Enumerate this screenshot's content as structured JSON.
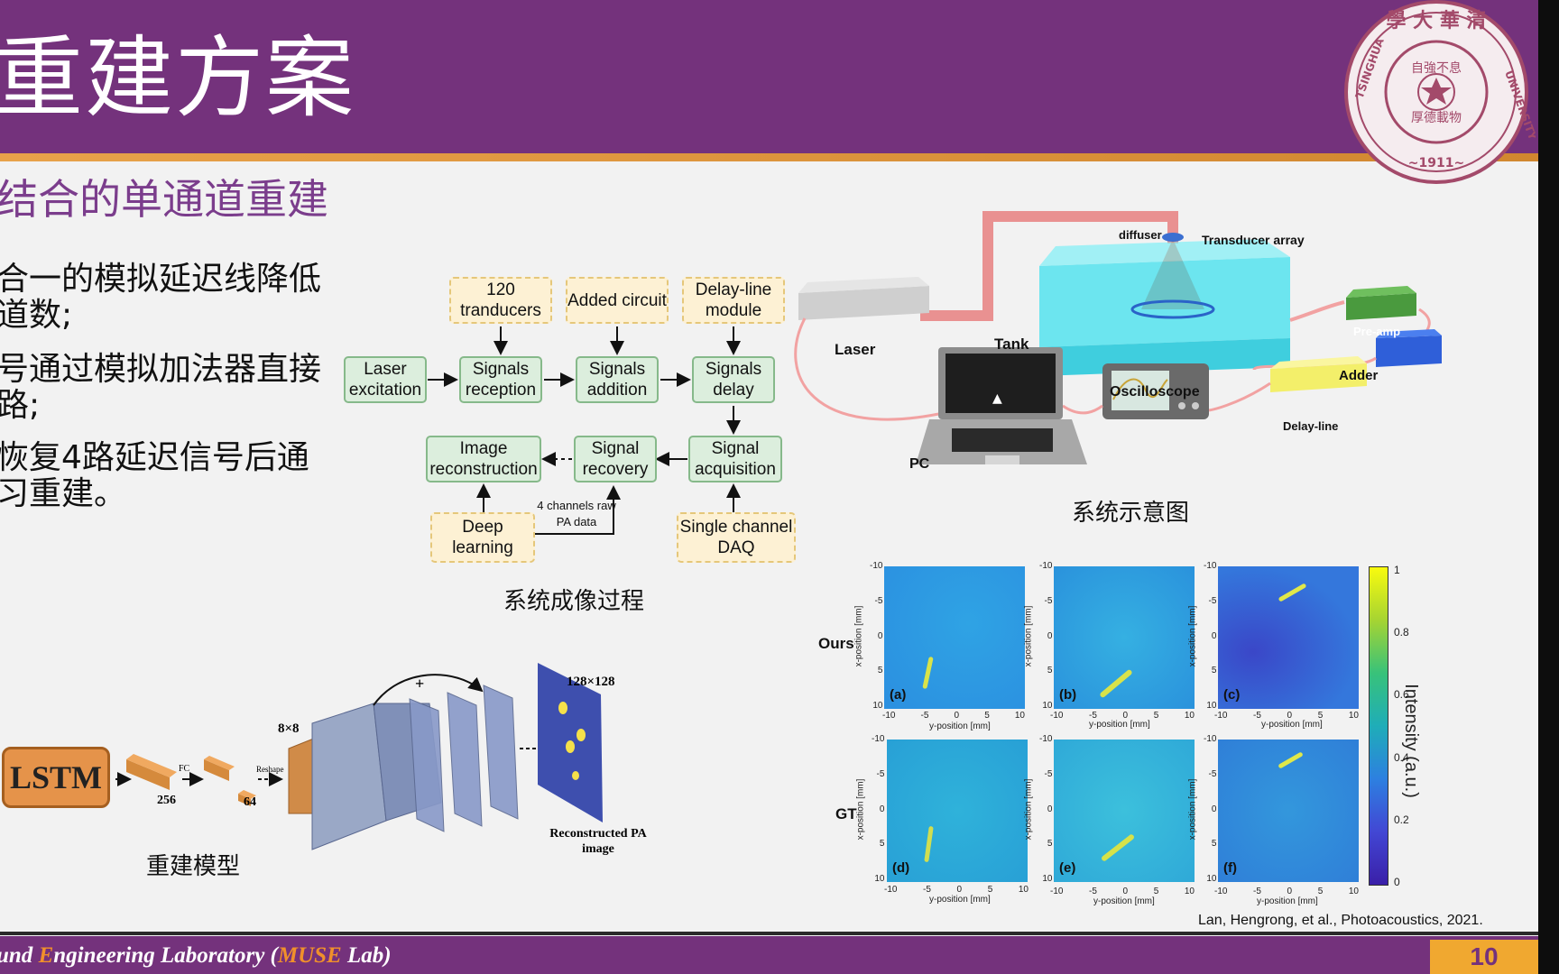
{
  "slide": {
    "title": "重建方案",
    "subtitle": "结合的单通道重建",
    "bullets": [
      [
        "合一的模拟延迟线降低",
        "道数;"
      ],
      [
        "号通过模拟加法器直接",
        "路;"
      ],
      [
        "恢复4路延迟信号后通",
        "习重建。"
      ]
    ]
  },
  "flow": {
    "boxes": {
      "transducers": "120 tranducers",
      "added_circuit": "Added circuit",
      "delay_module": "Delay-line module",
      "laser": "Laser excitation",
      "reception": "Signals reception",
      "addition": "Signals addition",
      "delay": "Signals delay",
      "image_recon": "Image reconstruction",
      "recovery": "Signal recovery",
      "acquisition": "Signal acquisition",
      "deep": "Deep learning",
      "daq": "Single channel DAQ"
    },
    "note": "4 channels raw PA data",
    "caption": "系统成像过程"
  },
  "system": {
    "labels": {
      "diffuser": "diffuser",
      "transducer_array": "Transducer array",
      "laser": "Laser",
      "tank": "Tank",
      "preamp": "Pre-amp",
      "adder": "Adder",
      "oscilloscope": "Oscilloscope",
      "pc": "PC",
      "delay_line": "Delay-line"
    },
    "caption": "系统示意图"
  },
  "model": {
    "lstm": "LSTM",
    "fc": "FC",
    "reshape": "Reshape",
    "n256": "256",
    "n64": "64",
    "grid": "8×8",
    "plus": "+",
    "size": "128×128",
    "output": "Reconstructed PA image",
    "caption": "重建模型"
  },
  "results": {
    "row_ours": "Ours",
    "row_gt": "GT",
    "panels": [
      "(a)",
      "(b)",
      "(c)",
      "(d)",
      "(e)",
      "(f)"
    ],
    "xlabel": "y-position [mm]",
    "ylabel": "x-position [mm]",
    "ticks": [
      "-10",
      "-5",
      "0",
      "5",
      "10"
    ],
    "colorbar_label": "Intensity (a.u.)",
    "colorbar_ticks": [
      "1",
      "0.8",
      "0.6",
      "0.4",
      "0.2",
      "0"
    ],
    "citation": "Lan, Hengrong, et al., Photoacoustics, 2021."
  },
  "footer": {
    "part1": "und ",
    "e": "E",
    "part2": "ngineering Laboratory (",
    "muse": "MUSE",
    "part3": " Lab)",
    "page": "10"
  },
  "colors": {
    "brand_purple": "#74327c",
    "accent_orange": "#f0a830"
  }
}
